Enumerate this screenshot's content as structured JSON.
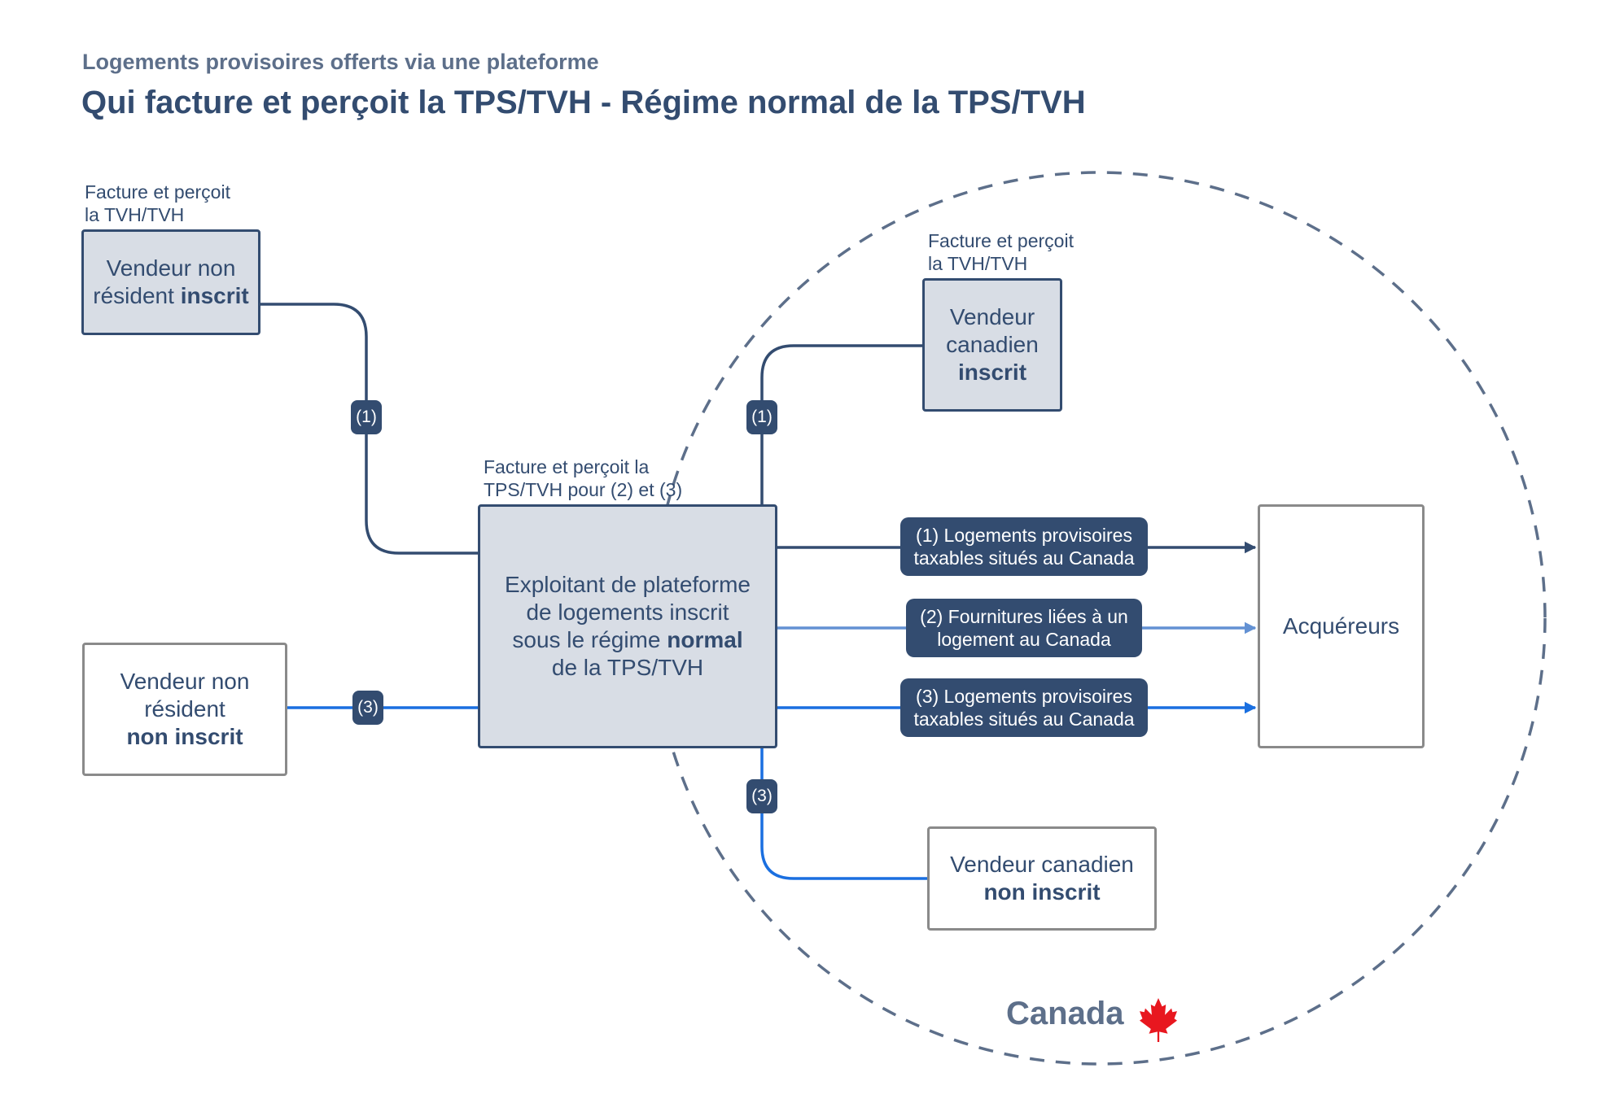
{
  "header": {
    "subtitle": "Logements provisoires offerts via une plateforme",
    "title": "Qui facture et perçoit la TPS/TVH - Régime normal de la TPS/TVH"
  },
  "notes": {
    "nonresident_registered": [
      "Facture et perçoit",
      "la TVH/TVH"
    ],
    "canadian_registered": [
      "Facture et perçoit",
      "la TVH/TVH"
    ],
    "operator": [
      "Facture et perçoit la",
      "TPS/TVH pour (2) et (3)"
    ]
  },
  "nodes": {
    "nonresident_registered": {
      "line1": "Vendeur non",
      "line2": "résident",
      "bold": "inscrit"
    },
    "nonresident_unregistered": {
      "line1": "Vendeur non",
      "line2": "résident",
      "bold": "non inscrit"
    },
    "operator": {
      "line1": "Exploitant de plateforme",
      "line2": "de logements inscrit",
      "line3_pre": "sous le régime",
      "line3_bold": "normal",
      "line4": "de la TPS/TVH"
    },
    "canadian_registered": {
      "line1": "Vendeur",
      "line2": "canadien",
      "bold": "inscrit"
    },
    "canadian_unregistered": {
      "line1": "Vendeur canadien",
      "bold": "non inscrit"
    },
    "acquirers": {
      "label": "Acquéreurs"
    }
  },
  "badges": {
    "nonresident_registered": "(1)",
    "canadian_registered": "(1)",
    "nonresident_unregistered": "(3)",
    "canadian_unregistered": "(3)"
  },
  "flows": [
    {
      "line1": "(1) Logements provisoires",
      "line2": "taxables situés au Canada",
      "color": "#334c70"
    },
    {
      "line1": "(2) Fournitures liées à un",
      "line2": "logement au Canada",
      "color": "#6391d3"
    },
    {
      "line1": "(3) Logements provisoires",
      "line2": "taxables situés au Canada",
      "color": "#1a6fe0"
    }
  ],
  "region": {
    "label": "Canada",
    "flag_icon": "maple-leaf-icon"
  },
  "colors": {
    "navy": "#334c70",
    "light_blue": "#6391d3",
    "bright_blue": "#1a6fe0",
    "box_fill": "#d8dde5",
    "grey_border": "#8a8a8a",
    "leaf_red": "#e8171f"
  }
}
